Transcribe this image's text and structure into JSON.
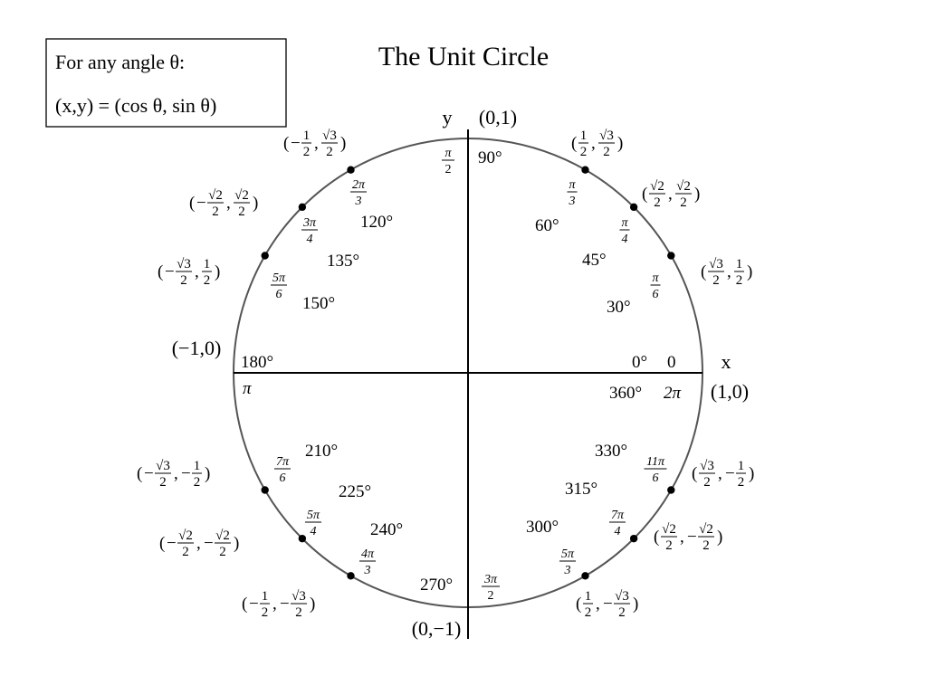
{
  "title": "The Unit Circle",
  "info_box": {
    "line1": "For any angle θ:",
    "line2": "(x,y) = (cos θ, sin θ)"
  },
  "axes": {
    "x_label": "x",
    "y_label": "y",
    "pos_x": "(1,0)",
    "neg_x": "(−1,0)",
    "pos_y": "(0,1)",
    "neg_y": "(0,−1)"
  },
  "points": [
    {
      "deg": 30,
      "deg_label": "30°",
      "rad_num": "π",
      "rad_den": "6",
      "x": [
        "√3",
        "2"
      ],
      "y": [
        "1",
        "2"
      ]
    },
    {
      "deg": 45,
      "deg_label": "45°",
      "rad_num": "π",
      "rad_den": "4",
      "x": [
        "√2",
        "2"
      ],
      "y": [
        "√2",
        "2"
      ]
    },
    {
      "deg": 60,
      "deg_label": "60°",
      "rad_num": "π",
      "rad_den": "3",
      "x": [
        "1",
        "2"
      ],
      "y": [
        "√3",
        "2"
      ]
    },
    {
      "deg": 120,
      "deg_label": "120°",
      "rad_num": "2π",
      "rad_den": "3",
      "x": [
        "−",
        "1",
        "2"
      ],
      "y": [
        "√3",
        "2"
      ]
    },
    {
      "deg": 135,
      "deg_label": "135°",
      "rad_num": "3π",
      "rad_den": "4",
      "x": [
        "−",
        "√2",
        "2"
      ],
      "y": [
        "√2",
        "2"
      ]
    },
    {
      "deg": 150,
      "deg_label": "150°",
      "rad_num": "5π",
      "rad_den": "6",
      "x": [
        "−",
        "√3",
        "2"
      ],
      "y": [
        "1",
        "2"
      ]
    },
    {
      "deg": 210,
      "deg_label": "210°",
      "rad_num": "7π",
      "rad_den": "6",
      "x": [
        "−",
        "√3",
        "2"
      ],
      "y": [
        "−",
        "1",
        "2"
      ]
    },
    {
      "deg": 225,
      "deg_label": "225°",
      "rad_num": "5π",
      "rad_den": "4",
      "x": [
        "−",
        "√2",
        "2"
      ],
      "y": [
        "−",
        "√2",
        "2"
      ]
    },
    {
      "deg": 240,
      "deg_label": "240°",
      "rad_num": "4π",
      "rad_den": "3",
      "x": [
        "−",
        "1",
        "2"
      ],
      "y": [
        "−",
        "√3",
        "2"
      ]
    },
    {
      "deg": 300,
      "deg_label": "300°",
      "rad_num": "5π",
      "rad_den": "3",
      "x": [
        "1",
        "2"
      ],
      "y": [
        "−",
        "√3",
        "2"
      ]
    },
    {
      "deg": 315,
      "deg_label": "315°",
      "rad_num": "7π",
      "rad_den": "4",
      "x": [
        "√2",
        "2"
      ],
      "y": [
        "−",
        "√2",
        "2"
      ]
    },
    {
      "deg": 330,
      "deg_label": "330°",
      "rad_num": "11π",
      "rad_den": "6",
      "x": [
        "√3",
        "2"
      ],
      "y": [
        "−",
        "1",
        "2"
      ]
    }
  ],
  "axis_angles": {
    "a0": "0°",
    "r0": "0",
    "a360": "360°",
    "r360": "2π",
    "a90": "90°",
    "r90_num": "π",
    "r90_den": "2",
    "a180": "180°",
    "r180": "π",
    "a270": "270°",
    "r270_num": "3π",
    "r270_den": "2"
  }
}
